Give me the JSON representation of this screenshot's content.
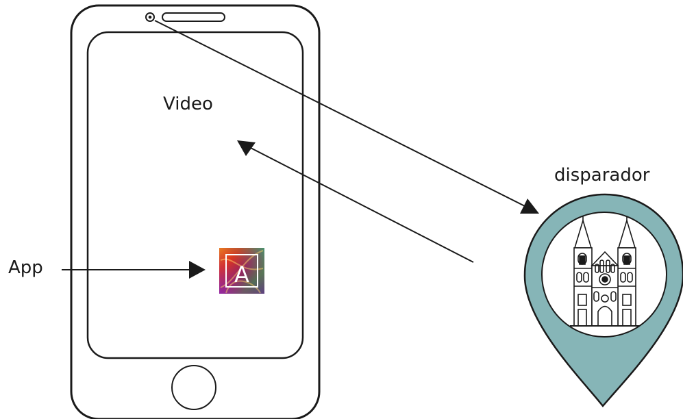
{
  "labels": {
    "video": "Video",
    "trigger": "disparador",
    "app": "App"
  },
  "app_icon": {
    "letter": "A",
    "icon": "app-logo-icon"
  },
  "trigger_pin": {
    "icon": "church-icon",
    "colors": {
      "pin_fill": "#86b5b7",
      "pin_stroke": "#1a1a1a",
      "inner_fill": "#ffffff"
    }
  },
  "phone": {
    "icons": [
      "camera-icon",
      "speaker-icon",
      "home-button-icon"
    ]
  }
}
